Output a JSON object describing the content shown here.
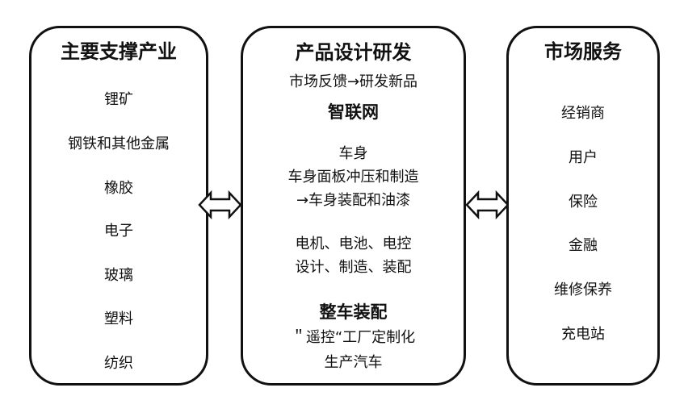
{
  "diagram": {
    "left": {
      "title": "主要支撑产业",
      "items": [
        "锂矿",
        "钢铁和其他金属",
        "橡胶",
        "电子",
        "玻璃",
        "塑料",
        "纺织"
      ]
    },
    "center": {
      "title": "产品设计研发",
      "subtitle": "市场反馈→研发新品",
      "section1_title": "智联网",
      "body_lines": [
        "车身",
        "车身面板冲压和制造",
        "→车身装配和油漆",
        "电机、电池、电控",
        "设计、制造、装配"
      ],
      "section2_title": "整车装配",
      "footer_lines": [
        "＂遥控“工厂定制化",
        "生产汽车"
      ]
    },
    "right": {
      "title": "市场服务",
      "items": [
        "经销商",
        "用户",
        "保险",
        "金融",
        "维修保养",
        "充电站"
      ]
    }
  }
}
